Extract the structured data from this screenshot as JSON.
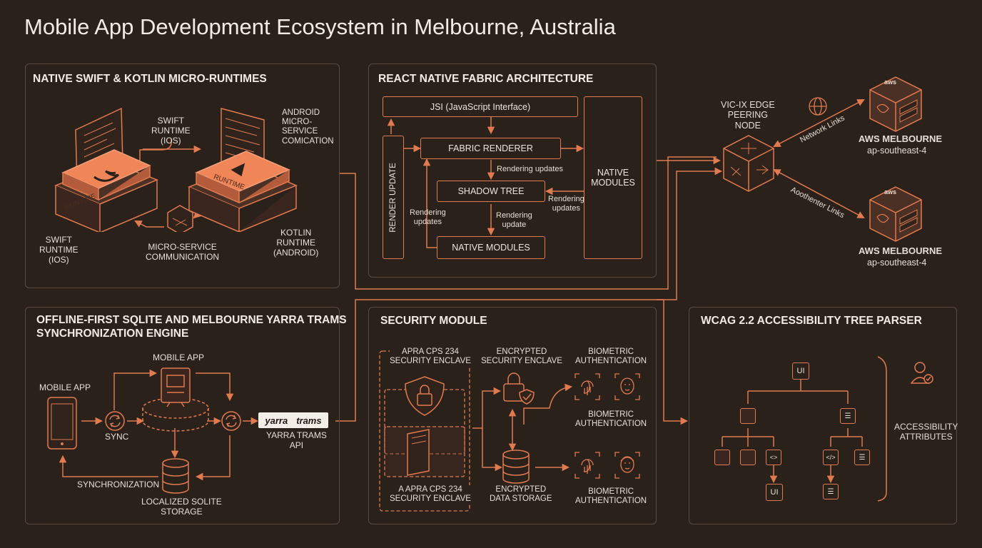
{
  "title": "Mobile App Development Ecosystem in Melbourne, Australia",
  "colors": {
    "background": "#2b211b",
    "accent": "#e07a4f",
    "panel_border": "#5c4a3e",
    "text": "#ece4dc"
  },
  "native": {
    "title": "NATIVE SWIFT & KOTLIN MICRO-RUNTIMES",
    "swift_top": "SWIFT\nRUNTIME\n(IOS)",
    "android_top": "ANDROID\nMICRO-\nSERVICE\nCOMICATION",
    "swift_bottom": "SWIFT\nRUNTIME\n(IOS)",
    "micro": "MICRO-SERVICE\nCOMMUNICATION",
    "kotlin": "KOTLIN\nRUNTIME\n(ANDROID)",
    "runtime_left": "RUNTIME",
    "runtime_right": "RUNTIME"
  },
  "react": {
    "title": "REACT NATIVE FABRIC ARCHITECTURE",
    "jsi": "JSI (JavaScript Interface)",
    "fabric": "FABRIC RENDERER",
    "shadow": "SHADOW TREE",
    "native_modules": "NATIVE MODULES",
    "native_modules_side": "NATIVE\nMODULES",
    "render_update": "RENDER UPDATE",
    "rendering_updates_1": "Rendering updates",
    "rendering_updates_2": "Rendering\nupdates",
    "rendering_updates_3": "Rendering\nupdates",
    "rendering_update": "Rendering\nupdate"
  },
  "network": {
    "vic_ix": "VIC-IX EDGE\nPEERING\nNODE",
    "network_links": "Network Links",
    "aoothenter_links": "Aoothenter Links",
    "aws_1_name": "AWS MELBOURNE",
    "aws_1_region": "ap-southeast-4",
    "aws_2_name": "AWS MELBOURNE",
    "aws_2_region": "ap-southeast-4",
    "aws_logo": "aws"
  },
  "offline": {
    "title": "OFFLINE-FIRST SQLITE AND MELBOURNE YARRA TRAMS\nSYNCHRONIZATION ENGINE",
    "mobile_app_left": "MOBILE APP",
    "mobile_app_top": "MOBILE APP",
    "sync": "SYNC",
    "synchronization": "SYNCHRONIZATION",
    "storage": "LOCALIZED SOLITE\nSTORAGE",
    "yarra_logo_1": "yarra",
    "yarra_logo_2": "trams",
    "yarra_api": "YARRA TRAMS\nAPI"
  },
  "security": {
    "title": "SECURITY MODULE",
    "apra_top": "APRA CPS 234\nSECURITY ENCLAVE",
    "apra_bottom": "A APRA CPS 234\nSECURITY ENCLAVE",
    "enc_enclave": "ENCRYPTED\nSECURITY ENCLAVE",
    "enc_storage": "ENCRYPTED\nDATA STORAGE",
    "bio_1": "BIOMETRIC\nAUTHENTICATION",
    "bio_2": "BIOMETRIC\nAUTHENTICATION",
    "bio_3": "BIOMETRIC\nAUTHENTICATION"
  },
  "wcag": {
    "title": "WCAG 2.2 ACCESSIBILITY TREE PARSER",
    "ui_root": "UI",
    "ui_leaf": "UI",
    "code_1": "<>",
    "code_2": "</>",
    "attributes": "ACCESSIBILITY\nATTRIBUTES"
  }
}
